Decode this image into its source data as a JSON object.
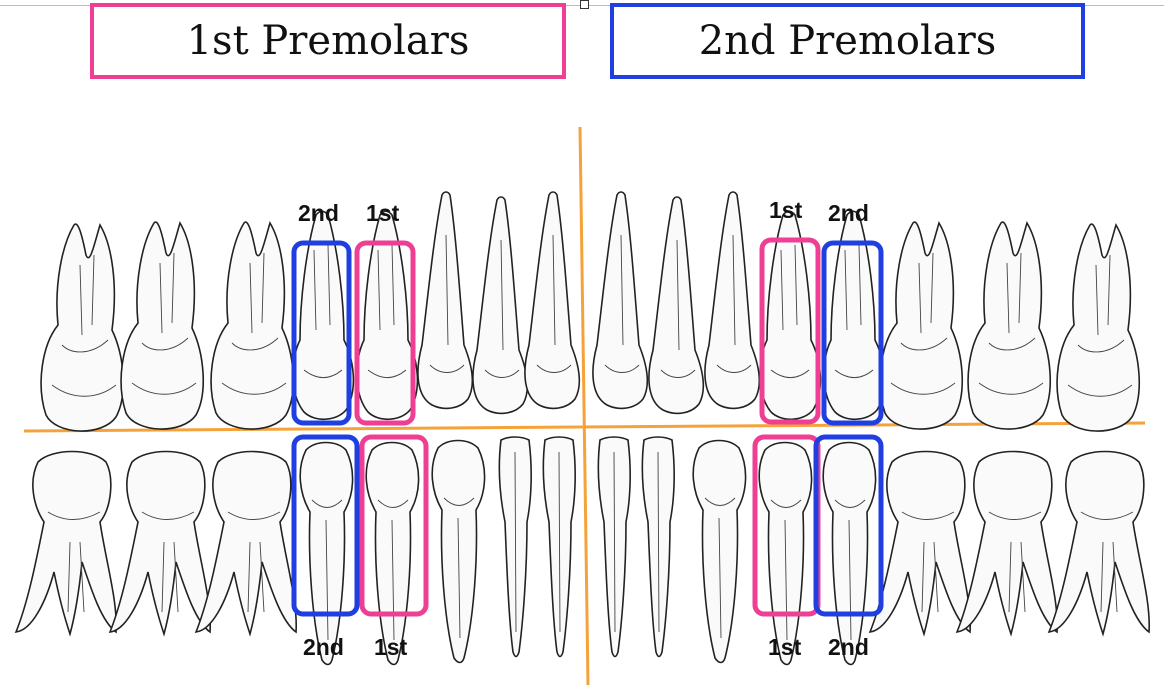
{
  "titles": {
    "first": "1st Premolars",
    "second": "2nd Premolars"
  },
  "labels": {
    "upper_left_2nd": "2nd",
    "upper_left_1st": "1st",
    "upper_right_1st": "1st",
    "upper_right_2nd": "2nd",
    "lower_left_2nd": "2nd",
    "lower_left_1st": "1st",
    "lower_right_1st": "1st",
    "lower_right_2nd": "2nd"
  },
  "colors": {
    "first_premolar": "#ee3f94",
    "second_premolar": "#1f3fe0",
    "axis": "#f5a23a",
    "tooth_outline": "#222222"
  },
  "icons": {
    "tooth": "tooth-illustration"
  }
}
